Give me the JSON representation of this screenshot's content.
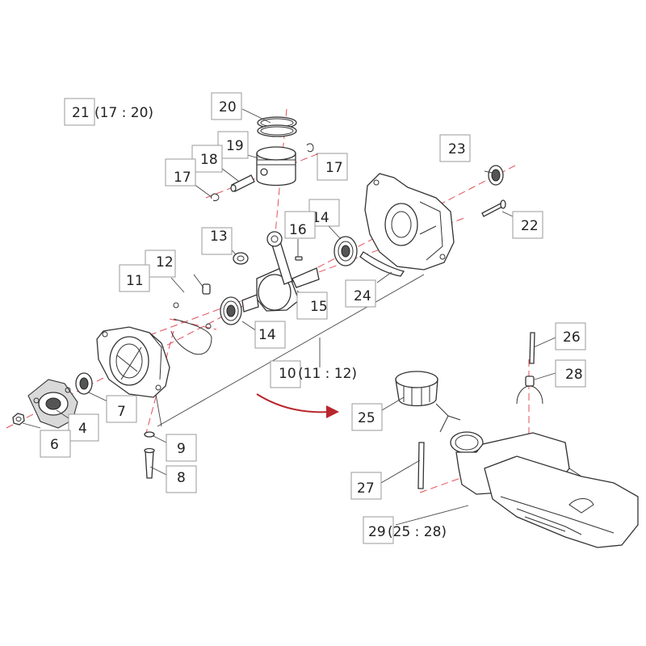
{
  "colors": {
    "axis_line": "#e2515a",
    "arrow": "#b8262d"
  },
  "labels": {
    "p4": "4",
    "p6": "6",
    "p7": "7",
    "p8": "8",
    "p9": "9",
    "p10": "10",
    "p10_range": "(11 : 12)",
    "p11": "11",
    "p12": "12",
    "p13": "13",
    "p14a": "14",
    "p14b": "14",
    "p15": "15",
    "p16": "16",
    "p17a": "17",
    "p17b": "17",
    "p18": "18",
    "p19": "19",
    "p20": "20",
    "p21": "21",
    "p21_range": "(17 : 20)",
    "p22": "22",
    "p23": "23",
    "p24": "24",
    "p25": "25",
    "p26": "26",
    "p27": "27",
    "p28": "28",
    "p29": "29",
    "p29_range": "(25 : 28)"
  }
}
